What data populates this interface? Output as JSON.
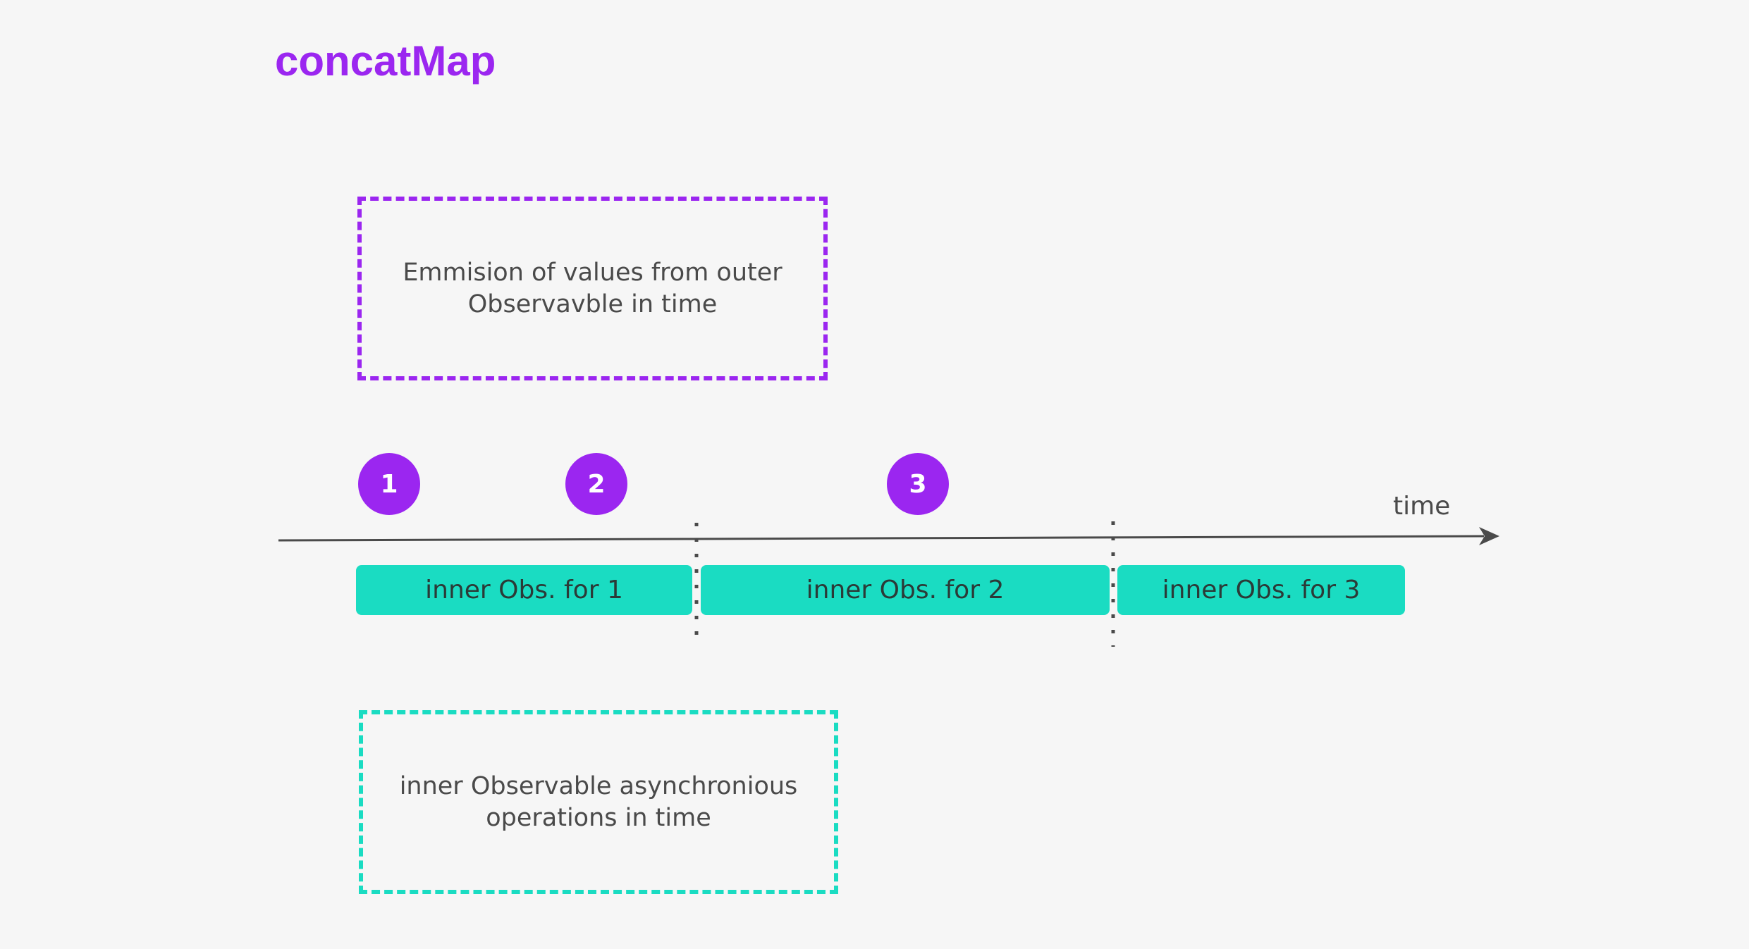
{
  "title": "concatMap",
  "outer_box": {
    "text": "Emmision of values from outer\nObservavble in time"
  },
  "inner_box": {
    "text": "inner Observable asynchronious\noperations in time"
  },
  "axis": {
    "label": "time"
  },
  "emissions": [
    "1",
    "2",
    "3"
  ],
  "inner_observables": [
    "inner Obs. for 1",
    "inner Obs. for 2",
    "inner Obs. for 3"
  ],
  "colors": {
    "accent_purple": "#9b26f0",
    "accent_teal": "#1adcc2",
    "background": "#f6f6f6",
    "text": "#4a4a4a"
  }
}
